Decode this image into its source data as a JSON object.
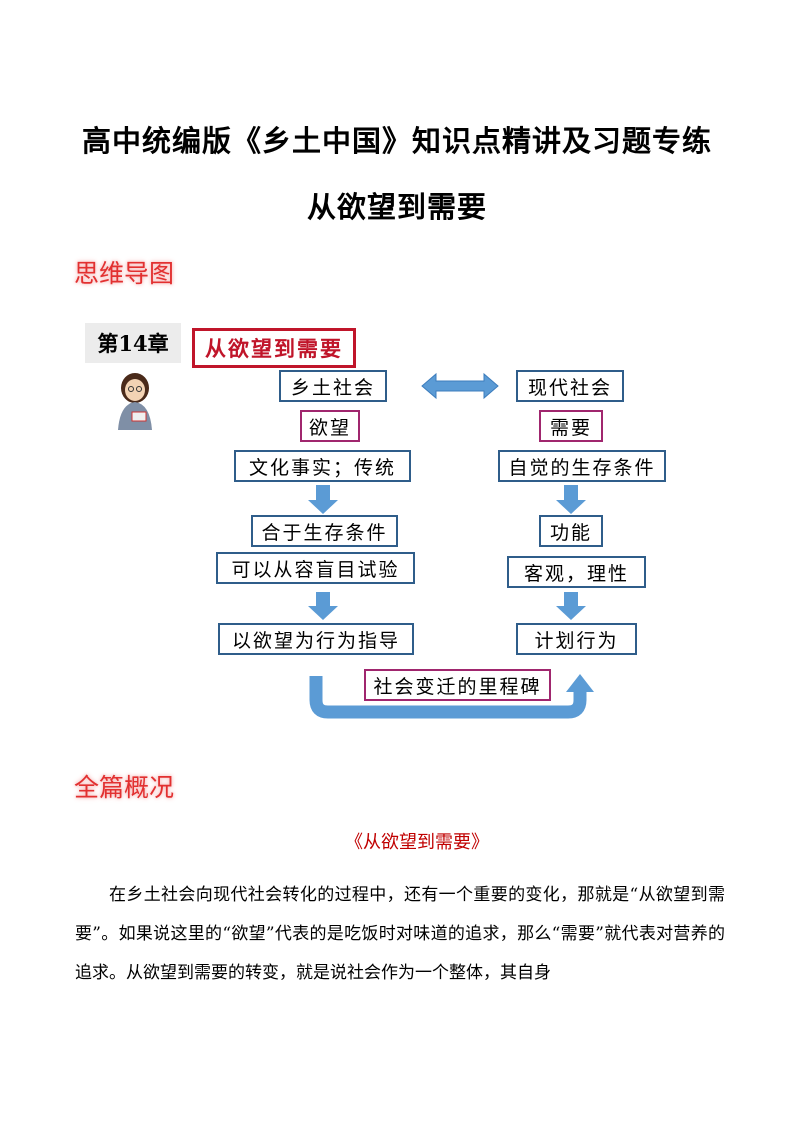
{
  "doc": {
    "title": "高中统编版《乡土中国》知识点精讲及习题专练",
    "subtitle": "从欲望到需要"
  },
  "sections": {
    "mindmap": "思维导图",
    "overview": "全篇概况"
  },
  "mindmap": {
    "chapter": "第14章",
    "topic": "从欲望到需要",
    "left": {
      "society": "乡土社会",
      "keyword": "欲望",
      "step1": "文化事实；传统",
      "step2": "合于生存条件",
      "step3": "可以从容盲目试验",
      "step4": "以欲望为行为指导"
    },
    "right": {
      "society": "现代社会",
      "keyword": "需要",
      "step1": "自觉的生存条件",
      "step2": "功能",
      "step3": "客观，理性",
      "step4": "计划行为"
    },
    "milestone": "社会变迁的里程碑",
    "colors": {
      "box_border": "#2f5d8a",
      "pink_border": "#a0266e",
      "arrow": "#5b9bd5",
      "topic": "#c0152a"
    }
  },
  "overview": {
    "book_title": "《从欲望到需要》",
    "paragraph": "在乡土社会向现代社会转化的过程中，还有一个重要的变化，那就是“从欲望到需要”。如果说这里的“欲望”代表的是吃饭时对味道的追求，那么“需要”就代表对营养的追求。从欲望到需要的转变，就是说社会作为一个整体，其自身"
  }
}
